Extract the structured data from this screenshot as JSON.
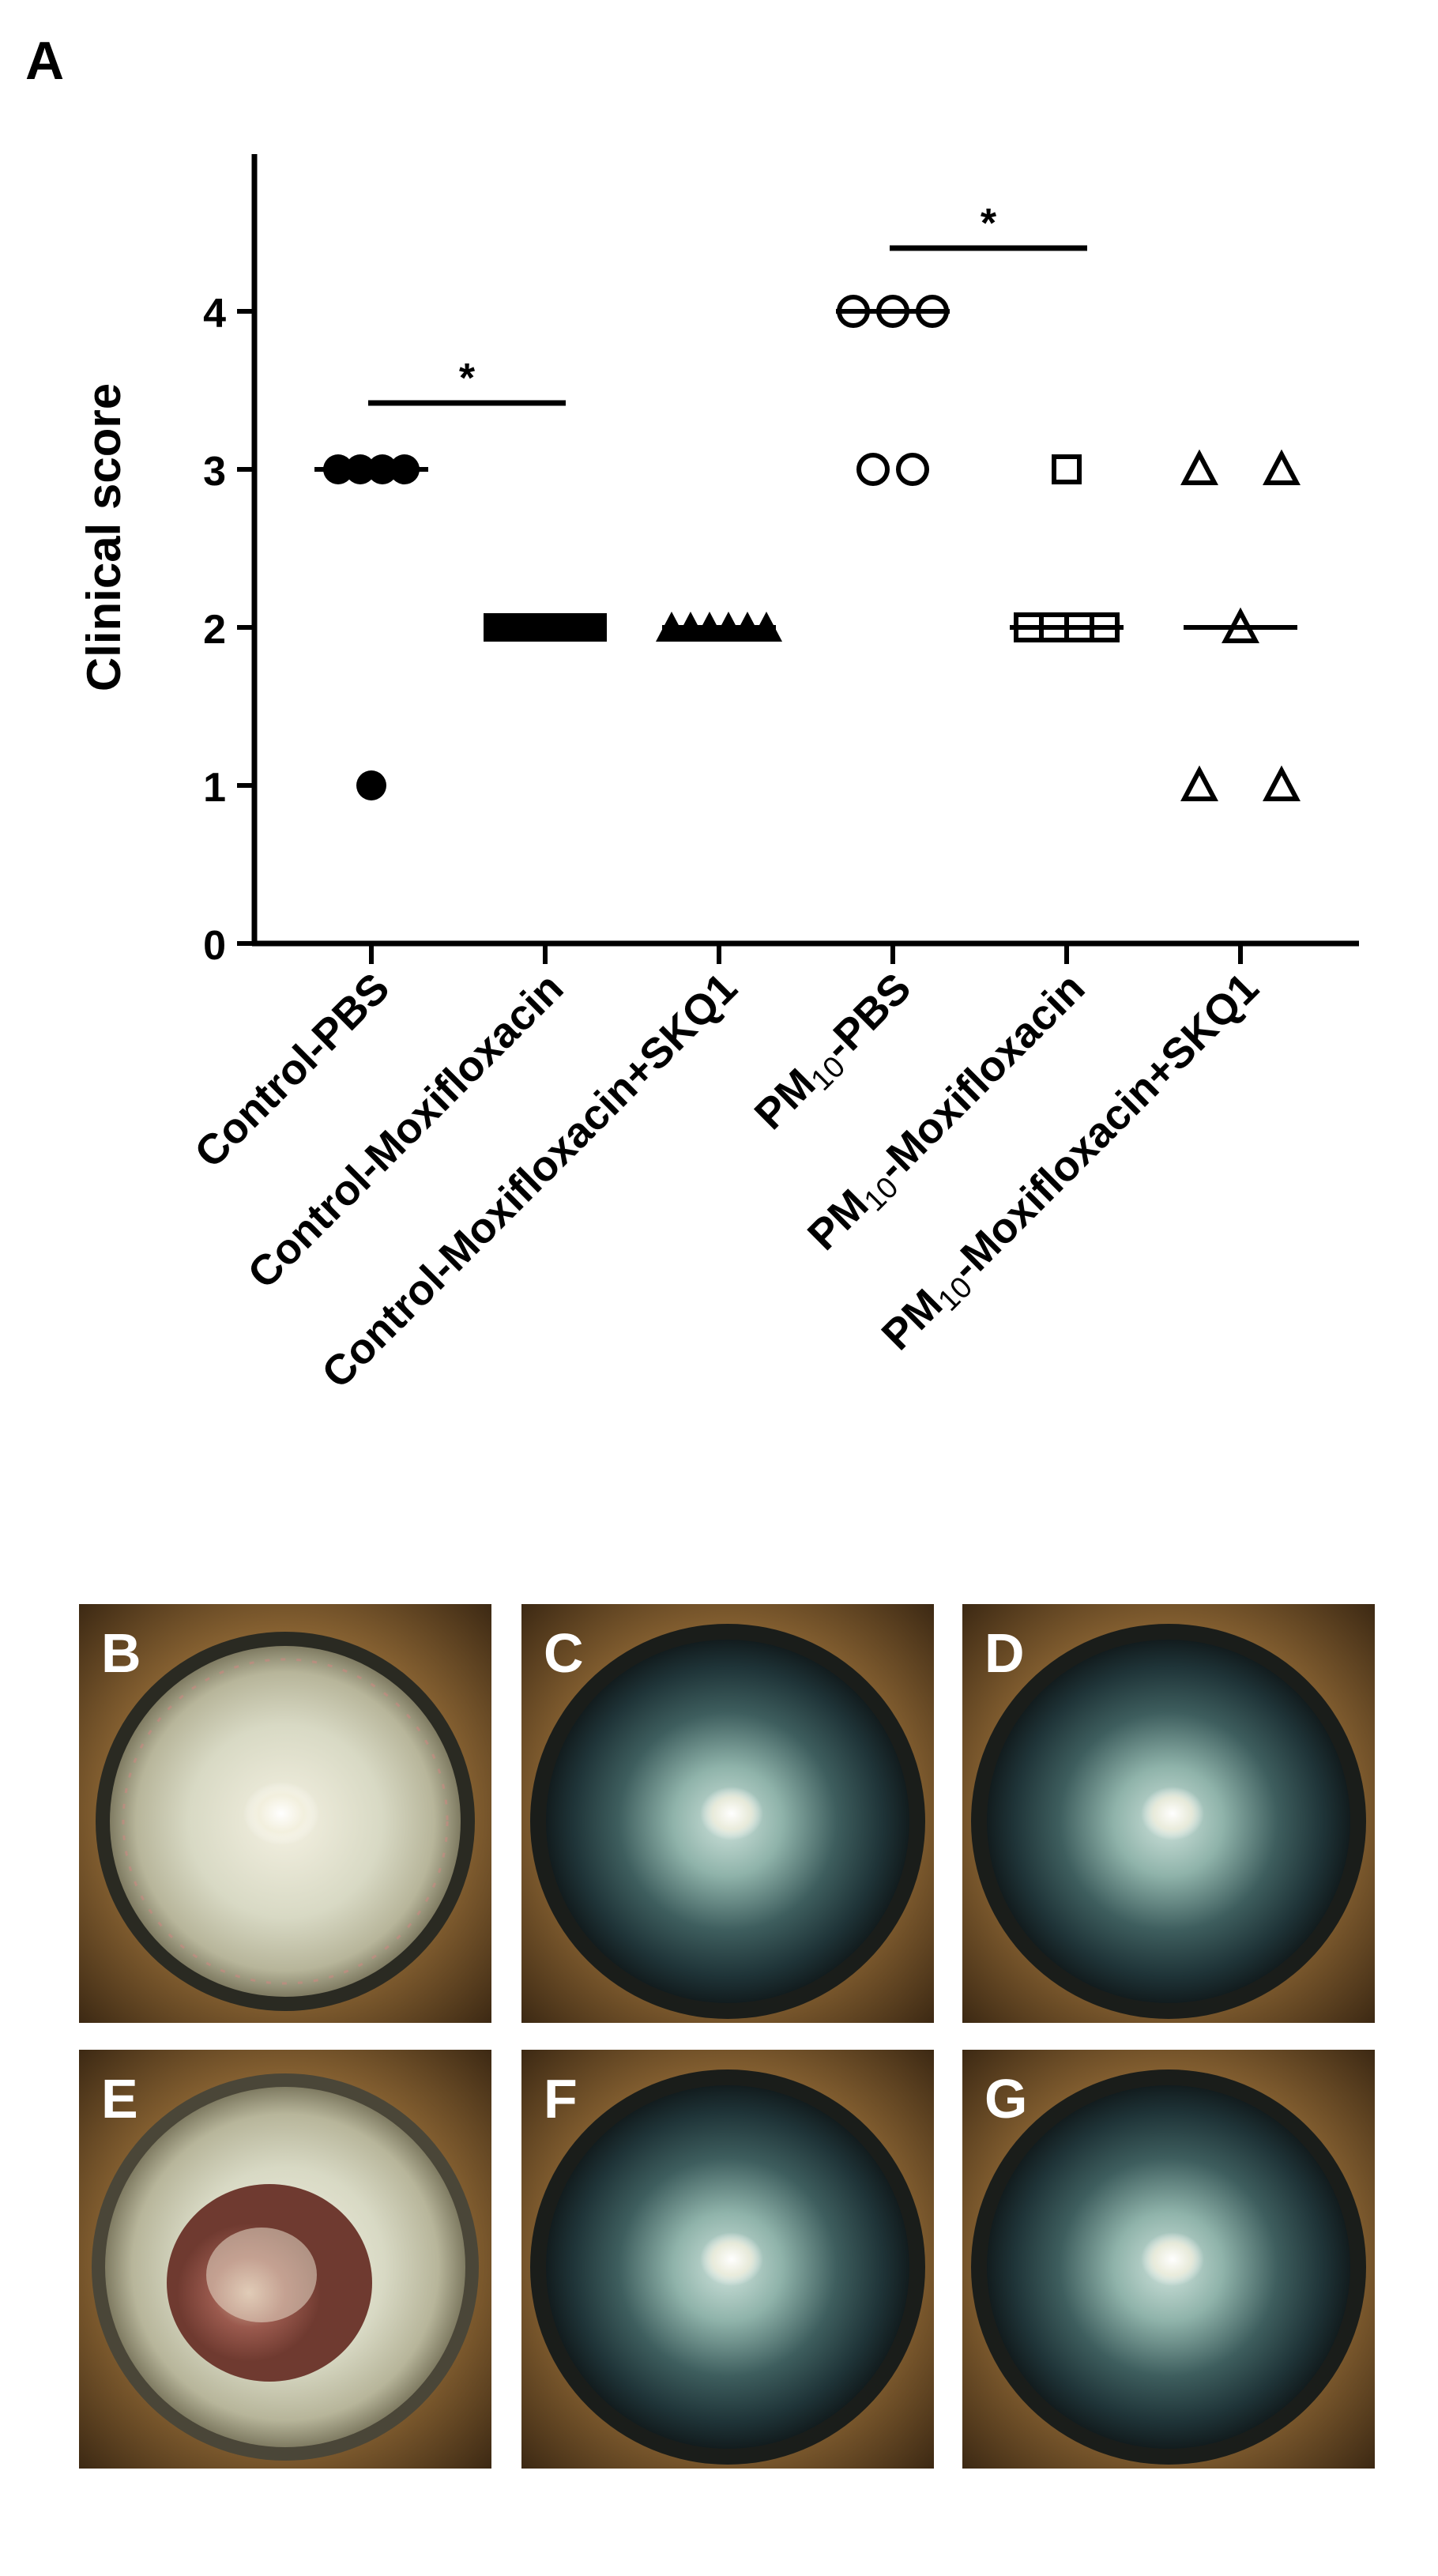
{
  "panel_label": "A",
  "chart_data": {
    "type": "scatter",
    "ylabel": "Clinical score",
    "ylim": [
      0,
      5
    ],
    "yticks": [
      0,
      1,
      2,
      3,
      4
    ],
    "categories": [
      {
        "pre": "Control-PBS",
        "sub": "",
        "post": ""
      },
      {
        "pre": "Control-Moxifloxacin",
        "sub": "",
        "post": ""
      },
      {
        "pre": "Control-Moxifloxacin+SKQ1",
        "sub": "",
        "post": ""
      },
      {
        "pre": "PM",
        "sub": "10",
        "post": "-PBS"
      },
      {
        "pre": "PM",
        "sub": "10",
        "post": "-Moxifloxacin"
      },
      {
        "pre": "PM",
        "sub": "10",
        "post": "-Moxifloxacin+SKQ1"
      }
    ],
    "series": [
      {
        "marker": "filled-circle",
        "values": [
          3,
          3,
          3,
          3,
          1
        ],
        "median": 3
      },
      {
        "marker": "filled-square",
        "values": [
          2,
          2,
          2,
          2,
          2,
          2,
          2
        ],
        "median": 2
      },
      {
        "marker": "filled-triangle",
        "values": [
          2,
          2,
          2,
          2,
          2,
          2
        ],
        "median": 2
      },
      {
        "marker": "open-circle",
        "values": [
          4,
          4,
          4,
          3,
          3
        ],
        "median": 4
      },
      {
        "marker": "open-square",
        "values": [
          3,
          2,
          2,
          2,
          2
        ],
        "median": 2
      },
      {
        "marker": "open-triangle",
        "values": [
          3,
          3,
          2,
          1,
          1
        ],
        "median": 2
      }
    ],
    "significance": [
      {
        "from": 0,
        "to": 1,
        "y": 3.42,
        "label": "*"
      },
      {
        "from": 3,
        "to": 4,
        "y": 4.4,
        "label": "*"
      }
    ]
  },
  "photos": [
    {
      "label": "B",
      "type": "opaque"
    },
    {
      "label": "C",
      "type": "clear"
    },
    {
      "label": "D",
      "type": "clear"
    },
    {
      "label": "E",
      "type": "ulcer"
    },
    {
      "label": "F",
      "type": "clear"
    },
    {
      "label": "G",
      "type": "clear"
    }
  ]
}
